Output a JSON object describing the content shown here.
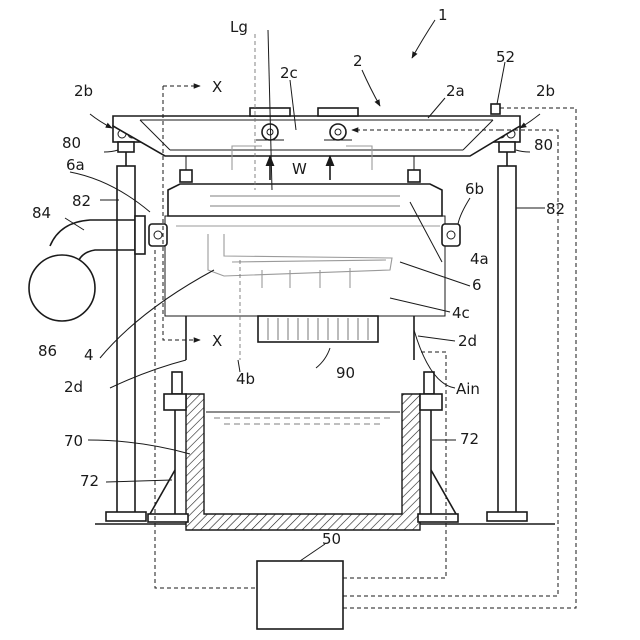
{
  "labels": {
    "apparatus": "1",
    "frame": "2",
    "frame_top": "2a",
    "frame_left_corner": "2b",
    "frame_right_corner": "2b",
    "frame_inner": "2c",
    "hanger_right": "2d",
    "hanger_left": "2d",
    "hood": "4",
    "hood_top": "4a",
    "hood_lower": "4b",
    "hood_inner": "4c",
    "blower": "6",
    "bracket_left": "6a",
    "bracket_right": "6b",
    "controller": "50",
    "sensor": "52",
    "tank": "70",
    "stand_left": "72",
    "stand_right": "72",
    "lifter_left": "80",
    "lifter_right": "80",
    "post_left": "82",
    "post_right": "82",
    "duct": "84",
    "fan": "86",
    "workpiece": "90",
    "section_top": "X",
    "section_bottom": "X",
    "weight": "W",
    "light_guide": "Lg",
    "air_in": "Ain"
  }
}
